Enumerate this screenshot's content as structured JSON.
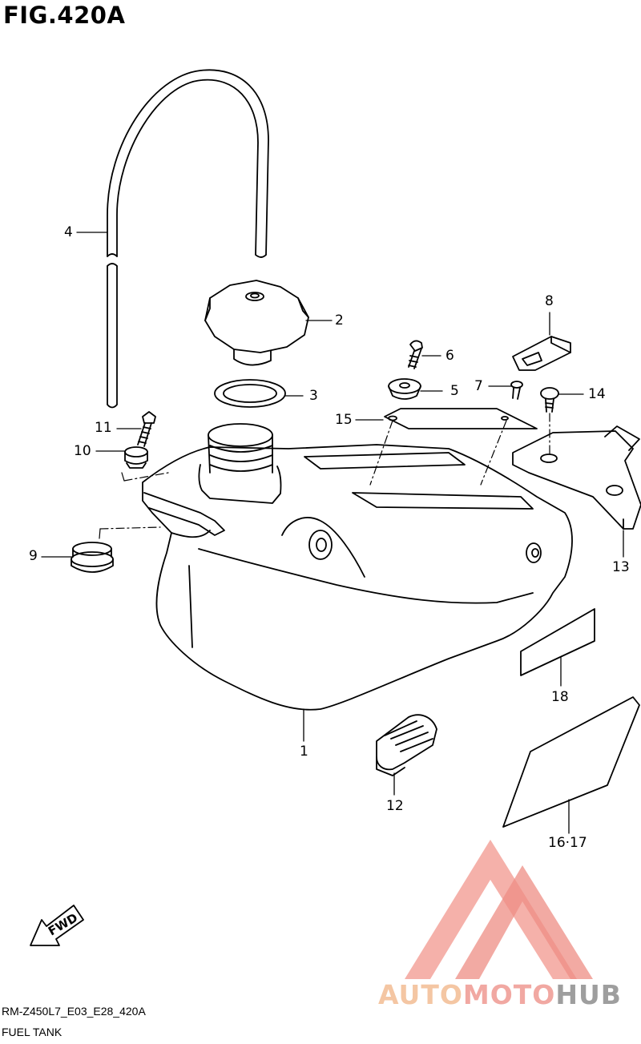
{
  "figure": {
    "title": "FIG.420A",
    "model_code": "RM-Z450L7_E03_E28_420A",
    "caption": "FUEL TANK"
  },
  "callouts": {
    "c1": "1",
    "c2": "2",
    "c3": "3",
    "c4": "4",
    "c5": "5",
    "c6": "6",
    "c7": "7",
    "c8": "8",
    "c9": "9",
    "c10": "10",
    "c11": "11",
    "c12": "12",
    "c13": "13",
    "c14": "14",
    "c15": "15",
    "c1617": "16·17",
    "c18": "18"
  },
  "direction_marker": {
    "label": "FWD"
  },
  "watermark": {
    "part1": "AUTO",
    "part2": "MOTO",
    "part3": "HUB",
    "colors": {
      "auto": "#f4c6a3",
      "moto": "#f1a8a2",
      "hub": "#9e9e9e",
      "logo": "#f08a7e"
    }
  }
}
